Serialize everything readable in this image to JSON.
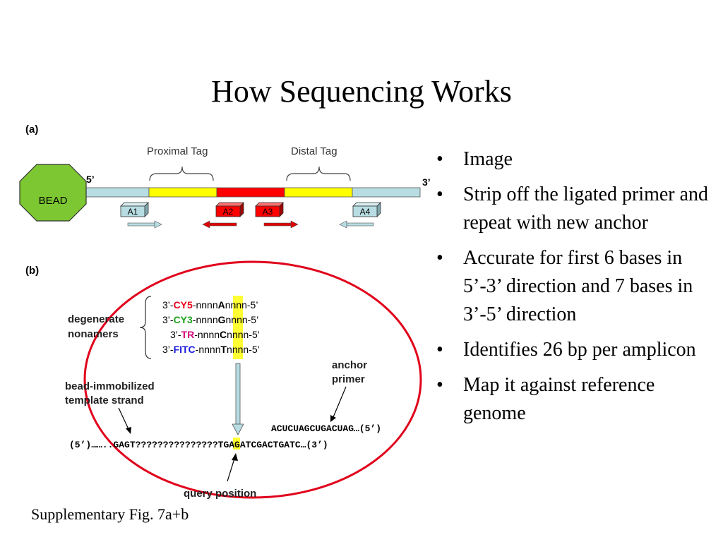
{
  "title": "How Sequencing Works",
  "bullets": [
    "Image",
    "Strip off the ligated primer and repeat with new anchor",
    "Accurate for first 6 bases in 5’-3’ direction and 7 bases in 3’-5’ direction",
    "Identifies 26 bp per amplicon",
    "Map it against reference genome"
  ],
  "caption": "Supplementary Fig. 7a+b",
  "figure": {
    "panel_a": {
      "label": "(a)",
      "bead": "BEAD",
      "end5": "5’",
      "end3": "3’",
      "proximal_tag": "Proximal Tag",
      "distal_tag": "Distal Tag",
      "anchors": [
        "A1",
        "A2",
        "A3",
        "A4"
      ]
    },
    "panel_b": {
      "label": "(b)",
      "degenerate_line1": "degenerate",
      "degenerate_line2": "nonamers",
      "probes": [
        {
          "prefix": "3’-",
          "dye": "CY5",
          "mid": "-nnnn",
          "base": "A",
          "suffix": "nnnn-5’",
          "color": "#e8001c"
        },
        {
          "prefix": "3’-",
          "dye": "CY3",
          "mid": "-nnnn",
          "base": "G",
          "suffix": "nnnn-5’",
          "color": "#1aa31a"
        },
        {
          "prefix": "3’-",
          "dye": "TR",
          "mid": "-nnnn",
          "base": "C",
          "suffix": "nnnn-5’",
          "color": "#d4007a"
        },
        {
          "prefix": "3’-",
          "dye": "FITC",
          "mid": "-nnnn",
          "base": "T",
          "suffix": "nnnn-5’",
          "color": "#1a1ae0"
        }
      ],
      "anchor_primer_line1": "anchor",
      "anchor_primer_line2": "primer",
      "template_line1": "bead-immobilized",
      "template_line2": "template strand",
      "anchor_seq": "ACUCUAGCUGACUAG…(5’)",
      "template_left": "(5’)……..GAGT?????????",
      "template_query": "?",
      "template_right": "?????TGAGATCGACTGATC…(3’)",
      "query_position": "query position"
    },
    "colors": {
      "bead": "#7dc832",
      "strand": "#b7dde2",
      "tag": "#ffff00",
      "center": "#ff0000",
      "circle": "#e0001b",
      "highlight": "#ffff33"
    }
  }
}
